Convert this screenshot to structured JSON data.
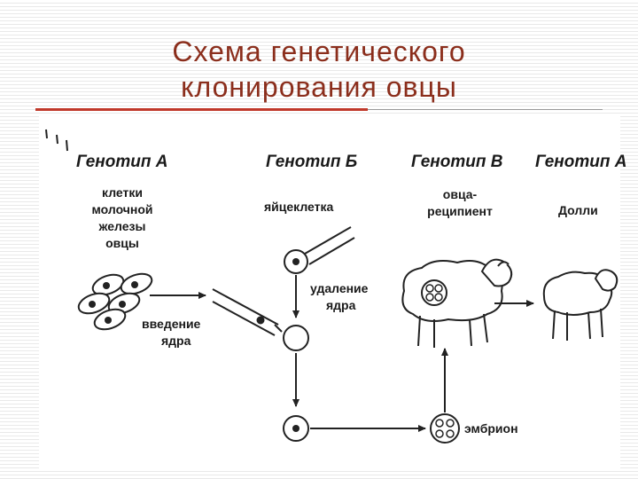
{
  "title": {
    "line1": "Схема генетического",
    "line2": "клонирования овцы"
  },
  "colors": {
    "title": "#8b2e1c",
    "accent_rule": "#c0392b",
    "ink": "#1a1a1a"
  },
  "diagram": {
    "genotype_a": "Генотип А",
    "genotype_b": "Генотип Б",
    "genotype_v": "Генотип В",
    "genotype_a2": "Генотип А",
    "cells_label": [
      "клетки",
      "молочной",
      "железы",
      "овцы"
    ],
    "egg_label": "яйцеклетка",
    "recipient_label": [
      "овца-",
      "реципиент"
    ],
    "dolly_label": "Долли",
    "removal_label": [
      "удаление",
      "ядра"
    ],
    "insertion_label": [
      "введение",
      "ядра"
    ],
    "embryo_label": "эмбрион"
  }
}
